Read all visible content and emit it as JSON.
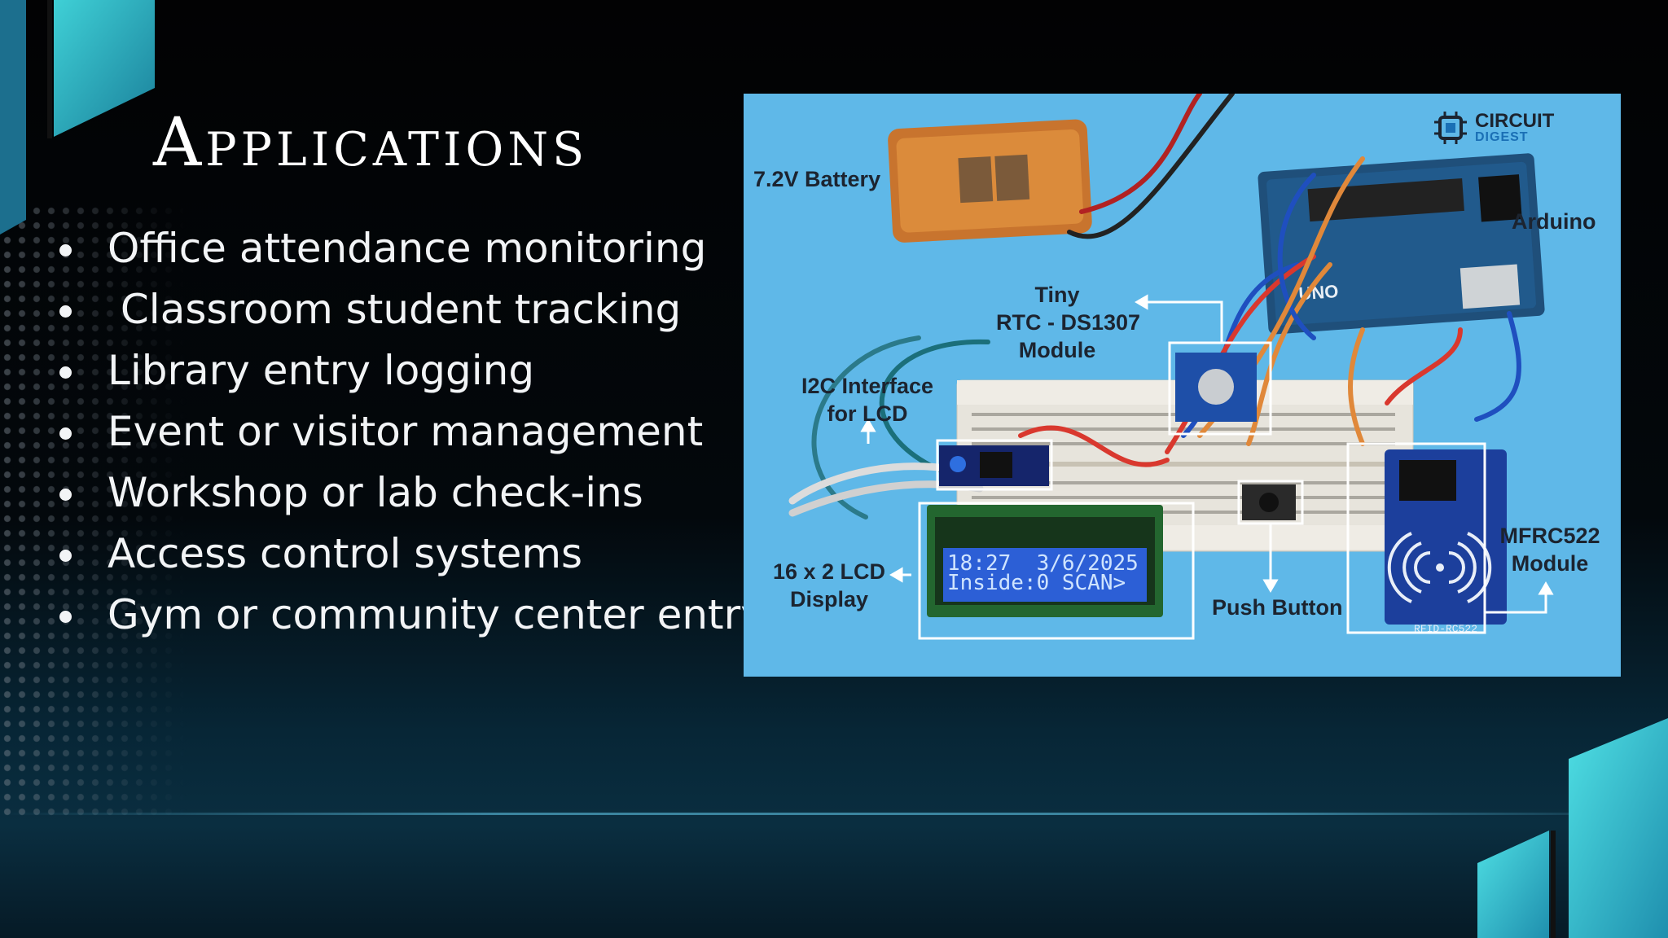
{
  "slide": {
    "title": "Applications",
    "bullets": [
      "Office attendance monitoring",
      " Classroom student tracking",
      "Library entry logging",
      "Event or visitor management",
      "Workshop or lab check-ins",
      "Access control systems",
      "Gym or community center entry"
    ]
  },
  "figure": {
    "logo_line1": "CIRCUIT",
    "logo_line2": "DIGEST",
    "labels": {
      "battery": "7.2V Battery",
      "arduino": "Arduino",
      "rtc_line1": "Tiny",
      "rtc_line2": "RTC - DS1307",
      "rtc_line3": "Module",
      "i2c_line1": "I2C Interface",
      "i2c_line2": "for LCD",
      "lcd_line1": "16 x 2 LCD",
      "lcd_line2": "Display",
      "push_button": "Push Button",
      "mfrc_line1": "MFRC522",
      "mfrc_line2": "Module"
    },
    "lcd_screen_line1": "18:27  3/6/2025",
    "lcd_screen_line2": "Inside:0 SCAN>",
    "board_text": "UNO",
    "rfid_text": "RFID-RC522"
  },
  "colors": {
    "accent_teal": "#2fbcc6",
    "photo_background": "#5fb8e8",
    "lcd_blue": "#2c5fd6"
  }
}
